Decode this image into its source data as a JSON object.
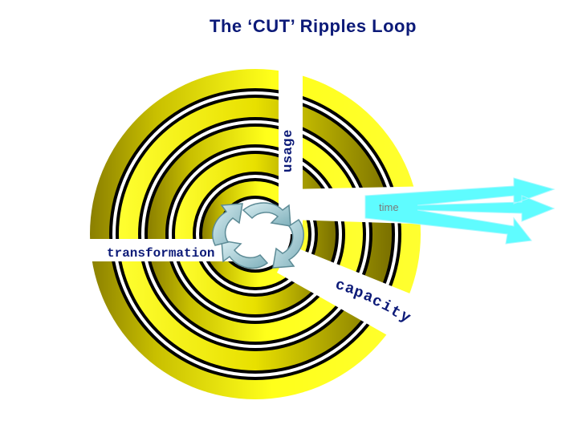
{
  "title": "The ‘CUT’ Ripples Loop",
  "labels": {
    "usage": "usage",
    "transformation": "transformation",
    "time": "time",
    "capacity": "capacity"
  },
  "colors": {
    "ring_light": "#ffff1a",
    "ring_dark": "#8a7f00",
    "band_black": "#000000",
    "arrow_cyan": "#5ffcff",
    "cycle_arrow": "#a9cfd6",
    "text_navy": "#0c1a78"
  },
  "icons": [
    "cycle-arrows-icon",
    "time-arrows-icon"
  ]
}
